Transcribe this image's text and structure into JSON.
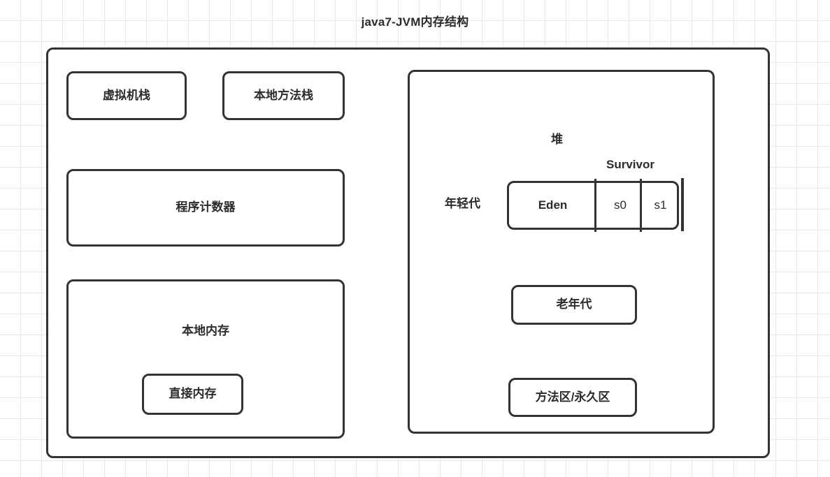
{
  "diagram": {
    "title": "java7-JVM内存结构",
    "accent_color": "#333333",
    "text_color": "#2b2b2b",
    "background_color": "#ffffff",
    "grid_color": "#e9e9e9"
  },
  "jvm": {
    "runtime_areas": {
      "vm_stack": "虚拟机栈",
      "native_method_stack": "本地方法栈",
      "pc_register": "程序计数器",
      "native_memory": "本地内存",
      "direct_memory": "直接内存"
    },
    "heap": {
      "title": "堆",
      "young_generation": {
        "label": "年轻代",
        "survivor_label": "Survivor",
        "regions": [
          {
            "name": "Eden",
            "label": "Eden"
          },
          {
            "name": "s0",
            "label": "s0"
          },
          {
            "name": "s1",
            "label": "s1"
          }
        ]
      },
      "old_generation": "老年代",
      "method_area": "方法区/永久区"
    }
  }
}
